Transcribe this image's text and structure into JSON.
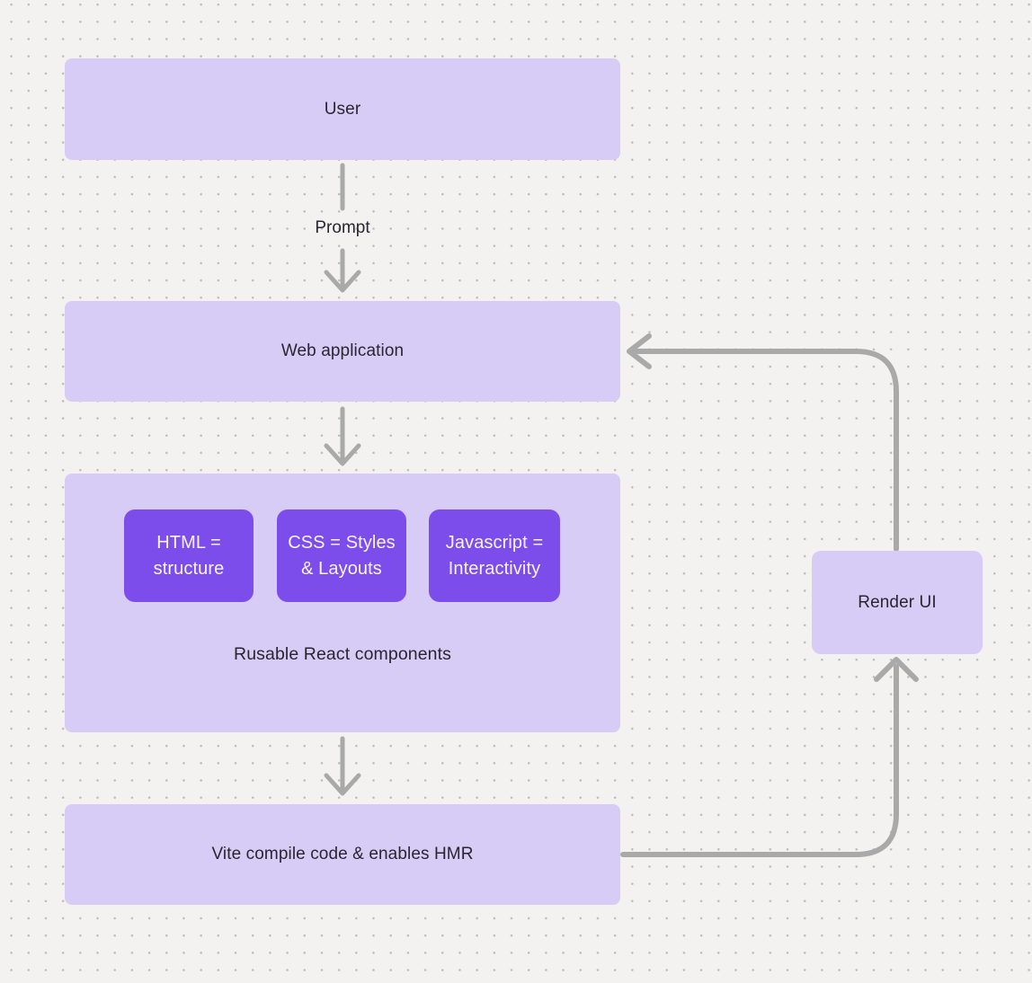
{
  "diagram": {
    "nodes": {
      "user": {
        "label": "User"
      },
      "web_application": {
        "label": "Web application"
      },
      "components": {
        "caption": "Rusable React components",
        "chips": [
          {
            "label": "HTML = structure"
          },
          {
            "label": "CSS = Styles & Layouts"
          },
          {
            "label": "Javascript = Interactivity"
          }
        ]
      },
      "vite": {
        "label": "Vite compile code & enables HMR"
      },
      "render_ui": {
        "label": "Render UI"
      }
    },
    "edges": {
      "user_to_webapp_label": "Prompt"
    },
    "colors": {
      "background": "#f3f2f0",
      "dot": "#bdbab6",
      "node_fill": "#d7ccf5",
      "chip_fill": "#7c4dea",
      "chip_text": "#f7f3ff",
      "text": "#2a2630",
      "arrow": "#a9a9a9"
    }
  }
}
